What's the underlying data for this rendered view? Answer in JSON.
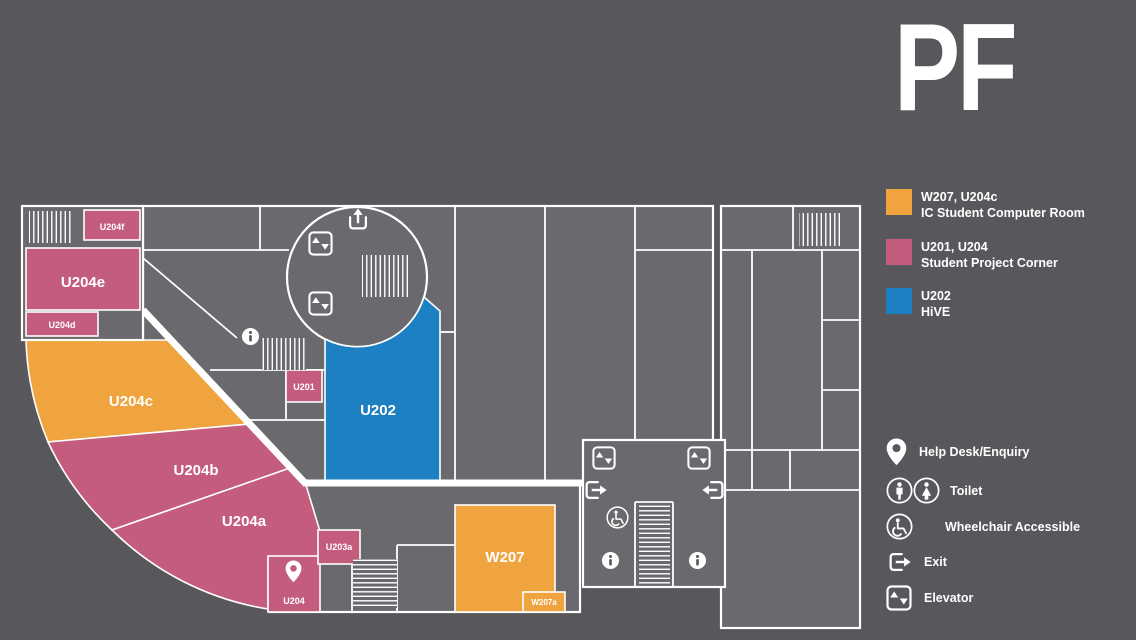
{
  "floor": {
    "label": "PF"
  },
  "colors": {
    "background": "#58585C",
    "room_gray": "#6A6A6E",
    "accent_orange": "#F0A440",
    "accent_pink": "#C45C7E",
    "accent_blue": "#1D80C3"
  },
  "map": {
    "rooms": {
      "u204f": "U204f",
      "u204e": "U204e",
      "u204d": "U204d",
      "u204c": "U204c",
      "u204b": "U204b",
      "u204a": "U204a",
      "u204": "U204",
      "u203a": "U203a",
      "u201": "U201",
      "u202": "U202",
      "w207": "W207",
      "w207a": "W207a"
    },
    "icons": [
      "exit-icon",
      "elevator-icon",
      "stairs-icon",
      "info-icon",
      "wheelchair-icon",
      "help-desk-pin-icon",
      "toilet-icon"
    ]
  },
  "legend": {
    "rooms": [
      {
        "code": "W207, U204c",
        "name": "IC Student Computer Room",
        "color": "#F0A440"
      },
      {
        "code": "U201, U204",
        "name": "Student Project Corner",
        "color": "#C45C7E"
      },
      {
        "code": "U202",
        "name": "HiVE",
        "color": "#1D80C3"
      }
    ],
    "facilities": [
      {
        "icon": "help-desk-pin-icon",
        "label": "Help Desk/Enquiry"
      },
      {
        "icon": "toilet-icon",
        "label": "Toilet"
      },
      {
        "icon": "wheelchair-icon",
        "label": "Wheelchair Accessible"
      },
      {
        "icon": "exit-icon",
        "label": "Exit"
      },
      {
        "icon": "elevator-icon",
        "label": "Elevator"
      }
    ]
  }
}
